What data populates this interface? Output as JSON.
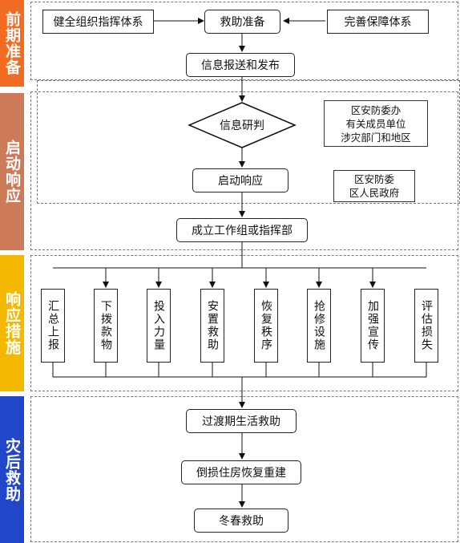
{
  "stages": [
    {
      "label": "前期准备",
      "color": "#F26B22"
    },
    {
      "label": "启动响应",
      "color": "#CC7A57"
    },
    {
      "label": "响应措施",
      "color": "#F5B800"
    },
    {
      "label": "灾后救助",
      "color": "#2047C9"
    }
  ],
  "prep": {
    "left": "健全组织指挥体系",
    "center": "救助准备",
    "right": "完善保障体系",
    "report": "信息报送和发布"
  },
  "launch": {
    "judge": "信息研判",
    "note1": [
      "区安防委办",
      "有关成员单位",
      "涉灾部门和地区"
    ],
    "start": "启动响应",
    "note2": [
      "区安防委",
      "区人民政府"
    ],
    "workgroup": "成立工作组或指挥部"
  },
  "measures": [
    "汇总上报",
    "下拨款物",
    "投入力量",
    "安置救助",
    "恢复秩序",
    "抢修设施",
    "加强宣传",
    "评估损失"
  ],
  "post": [
    "过渡期生活救助",
    "倒损住房恢复重建",
    "冬春救助"
  ]
}
